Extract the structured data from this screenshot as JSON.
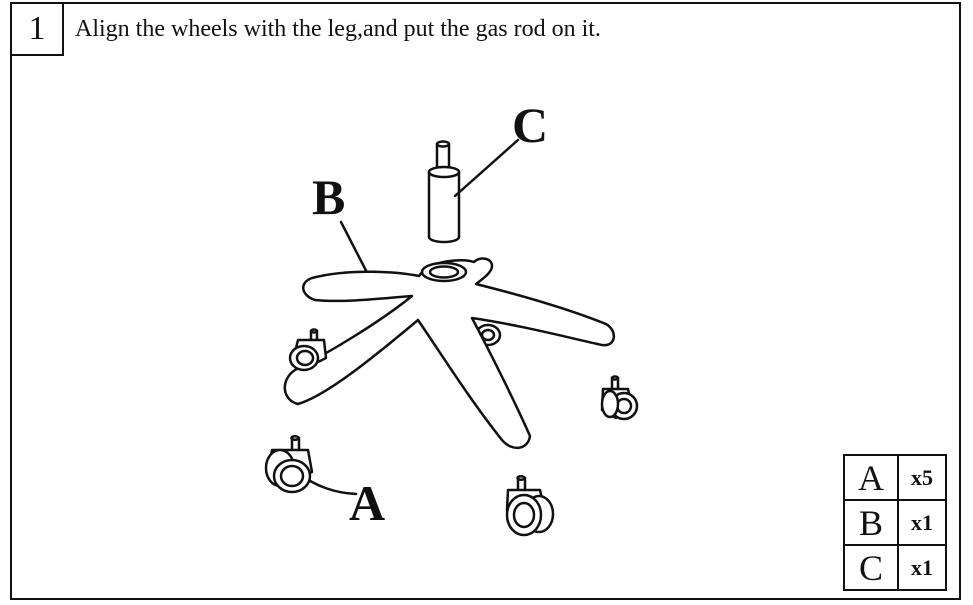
{
  "step": {
    "number": "1",
    "instruction": "Align the wheels with the leg,and put the gas rod on it."
  },
  "labels": {
    "a": "A",
    "b": "B",
    "c": "C"
  },
  "parts": [
    {
      "letter": "A",
      "qty": "x5"
    },
    {
      "letter": "B",
      "qty": "x1"
    },
    {
      "letter": "C",
      "qty": "x1"
    }
  ],
  "colors": {
    "ink": "#111111",
    "paper": "#ffffff"
  }
}
